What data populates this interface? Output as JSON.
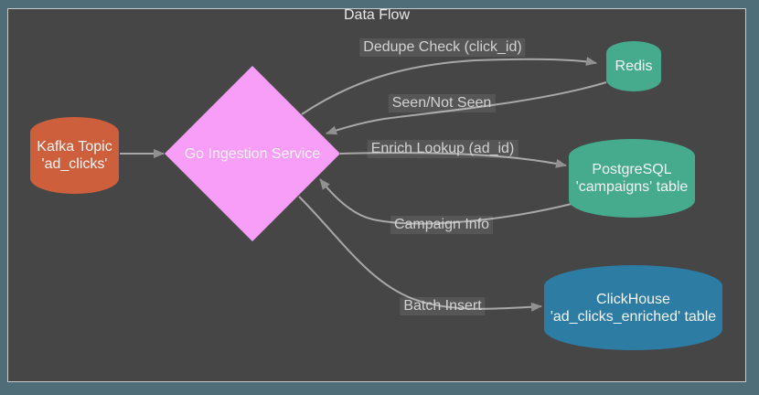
{
  "title": "Data Flow",
  "colors": {
    "outer-bg": "#4f6c79",
    "container-bg": "#464646",
    "container-border": "#cbcbcb",
    "title-text": "#e8e8e8",
    "node-text": "#f5f5f5",
    "edge": "#a8a8a8",
    "arrowhead": "#919191",
    "edge-label-text": "#d2d2d2",
    "edge-label-bg": "rgba(255,255,255,0.09)",
    "kafka-fill": "#ce5f3c",
    "service-fill": "#f89df8",
    "redis-fill": "#45ab8c",
    "postgres-fill": "#45ab8c",
    "clickhouse-fill": "#2c7ca4"
  },
  "nodes": {
    "kafka": {
      "line1": "Kafka Topic",
      "line2": "'ad_clicks'"
    },
    "service": {
      "label": "Go Ingestion Service"
    },
    "redis": {
      "label": "Redis"
    },
    "postgres": {
      "line1": "PostgreSQL",
      "line2": "'campaigns' table"
    },
    "clickhouse": {
      "line1": "ClickHouse",
      "line2": "'ad_clicks_enriched' table"
    }
  },
  "edges": {
    "ingest": {
      "label": "",
      "from": "Kafka Topic 'ad_clicks'",
      "to": "Go Ingestion Service"
    },
    "dedupe": {
      "label": "Dedupe Check (click_id)",
      "from": "Go Ingestion Service",
      "to": "Redis"
    },
    "seen": {
      "label": "Seen/Not Seen",
      "from": "Redis",
      "to": "Go Ingestion Service"
    },
    "enrich": {
      "label": "Enrich Lookup (ad_id)",
      "from": "Go Ingestion Service",
      "to": "PostgreSQL 'campaigns' table"
    },
    "campaign": {
      "label": "Campaign Info",
      "from": "PostgreSQL 'campaigns' table",
      "to": "Go Ingestion Service"
    },
    "batch": {
      "label": "Batch Insert",
      "from": "Go Ingestion Service",
      "to": "ClickHouse 'ad_clicks_enriched' table"
    }
  }
}
